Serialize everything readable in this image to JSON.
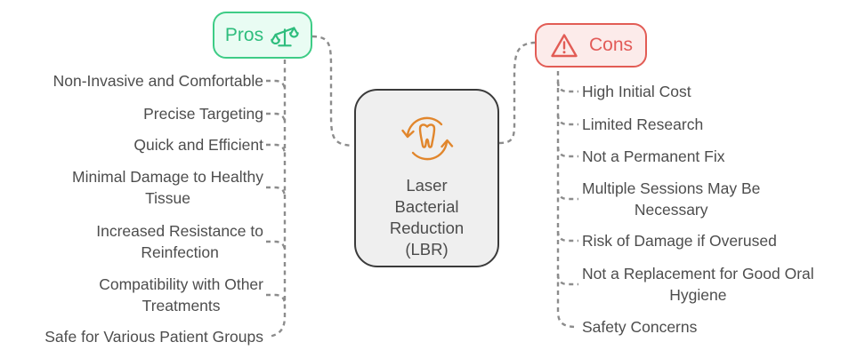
{
  "center": {
    "title": "Laser\nBacterial\nReduction\n(LBR)"
  },
  "pros": {
    "label": "Pros",
    "items": [
      "Non-Invasive and Comfortable",
      "Precise Targeting",
      "Quick and Efficient",
      "Minimal Damage to Healthy\nTissue",
      "Increased Resistance to\nReinfection",
      "Compatibility with Other\nTreatments",
      "Safe for Various Patient Groups"
    ]
  },
  "cons": {
    "label": "Cons",
    "items": [
      "High Initial Cost",
      "Limited Research",
      "Not a Permanent Fix",
      "Multiple Sessions May Be\nNecessary",
      "Risk of Damage if Overused",
      "Not a Replacement for Good Oral\nHygiene",
      "Safety Concerns"
    ]
  },
  "icons": {
    "pros_icon": "balance-scale-icon",
    "cons_icon": "warning-triangle-icon",
    "center_icon": "tooth-cycle-icon"
  },
  "colors": {
    "pros_text": "#2ebd7d",
    "pros_border": "#3ecc86",
    "pros_bg": "#e9fcf3",
    "cons_text": "#e25b58",
    "cons_border": "#e25c55",
    "cons_bg": "#fcebea",
    "node_bg": "#efefef",
    "node_border": "#3a3a3a",
    "item_text": "#4d4d4d",
    "connector": "#8c8c8c",
    "center_icon_orange": "#e1862c"
  }
}
